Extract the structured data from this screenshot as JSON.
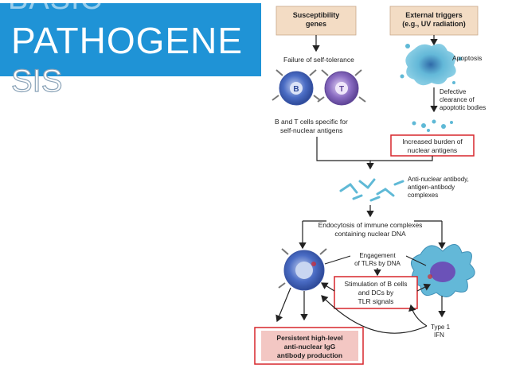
{
  "slide": {
    "title_partial": "BASIC",
    "title_line1": "PATHOGENE",
    "title_line2": "SIS"
  },
  "diagram": {
    "susceptibility_box": [
      "Susceptibility",
      "genes"
    ],
    "external_box": [
      "External triggers",
      "(e.g., UV radiation)"
    ],
    "failure_label": "Failure of self-tolerance",
    "apoptosis_label": "Apoptosis",
    "defective_label": [
      "Defective",
      "clearance of",
      "apoptotic bodies"
    ],
    "bt_label": [
      "B and T cells specific for",
      "self-nuclear antigens"
    ],
    "b_cell_letter": "B",
    "t_cell_letter": "T",
    "burden_box": [
      "Increased burden of",
      "nuclear antigens"
    ],
    "antinuclear_label": [
      "Anti-nuclear antibody,",
      "antigen-antibody",
      "complexes"
    ],
    "endocytosis_label": [
      "Endocytosis of immune complexes",
      "containing nuclear DNA"
    ],
    "engagement_label": [
      "Engagement",
      "of TLRs by DNA"
    ],
    "stimulation_box": [
      "Stimulation of B cells",
      "and DCs by",
      "TLR signals"
    ],
    "type1_label": [
      "Type 1",
      "IFN"
    ],
    "persistent_box": [
      "Persistent high-level",
      "anti-nuclear IgG",
      "antibody production"
    ]
  },
  "colors": {
    "title_band": "#1f93d6",
    "box_fill": "#f3dcc4",
    "highlight_red": "#d7262c",
    "b_cell": "#3f5fb8",
    "t_cell": "#8a6cc2",
    "cyan_blob": "#5fb9d6"
  }
}
